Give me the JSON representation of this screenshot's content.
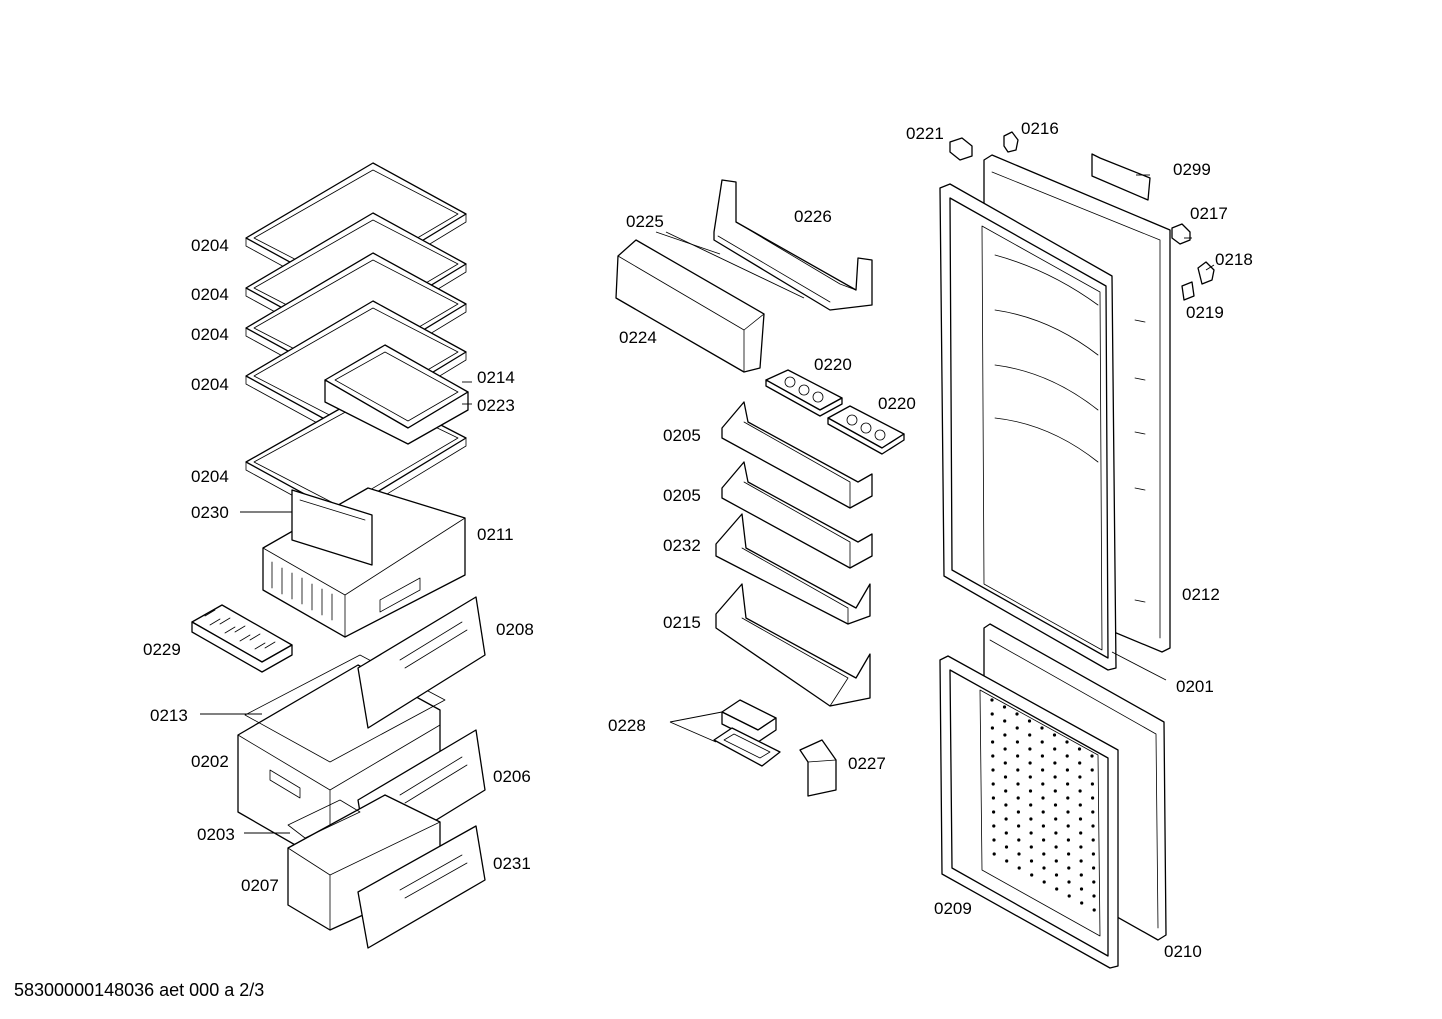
{
  "callouts": {
    "p0221": "0221",
    "p0216": "0216",
    "p0299": "0299",
    "p0217": "0217",
    "p0218": "0218",
    "p0219": "0219",
    "p0225": "0225",
    "p0226": "0226",
    "p0224": "0224",
    "p0220a": "0220",
    "p0220b": "0220",
    "p0205a": "0205",
    "p0205b": "0205",
    "p0232": "0232",
    "p0215": "0215",
    "p0228": "0228",
    "p0227": "0227",
    "p0212": "0212",
    "p0201": "0201",
    "p0209": "0209",
    "p0210": "0210",
    "p0204a": "0204",
    "p0204b": "0204",
    "p0204c": "0204",
    "p0204d": "0204",
    "p0204e": "0204",
    "p0214": "0214",
    "p0223": "0223",
    "p0230": "0230",
    "p0211": "0211",
    "p0229": "0229",
    "p0208": "0208",
    "p0213": "0213",
    "p0202": "0202",
    "p0206": "0206",
    "p0203": "0203",
    "p0207": "0207",
    "p0231": "0231"
  },
  "footer": {
    "document_code": "58300000148036 aet 000 a 2/3"
  }
}
